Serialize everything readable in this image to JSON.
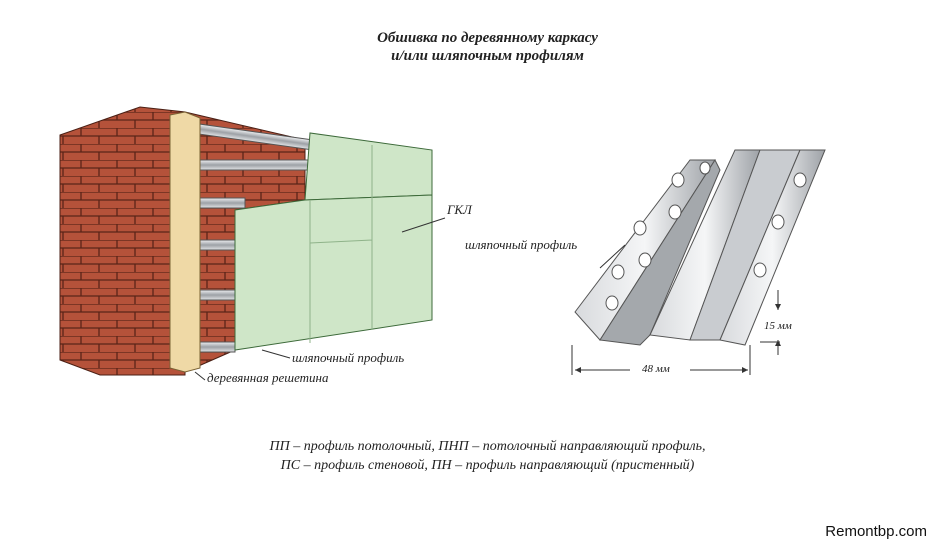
{
  "title": {
    "line1": "Обшивка по деревянному каркасу",
    "line2": "и/или шляпочным профилям"
  },
  "left_figure": {
    "gkl_label": "ГКЛ",
    "hat_profile_label": "шляпочный профиль",
    "batten_label": "деревянная решетина"
  },
  "right_figure": {
    "hat_profile_label": "шляпочный профиль",
    "height_dim": "15 мм",
    "width_dim": "48 мм"
  },
  "caption": {
    "line1": "ПП – профиль потолочный, ПНП – потолочный направляющий профиль,",
    "line2": "ПС – профиль стеновой,  ПН – профиль направляющий (пристенный)"
  },
  "watermark": "Remontbp.com",
  "colors": {
    "brick": "#b5523a",
    "wood": "#efd9a6",
    "board": "#cfe6c8",
    "metal": "#b9bcc0"
  }
}
